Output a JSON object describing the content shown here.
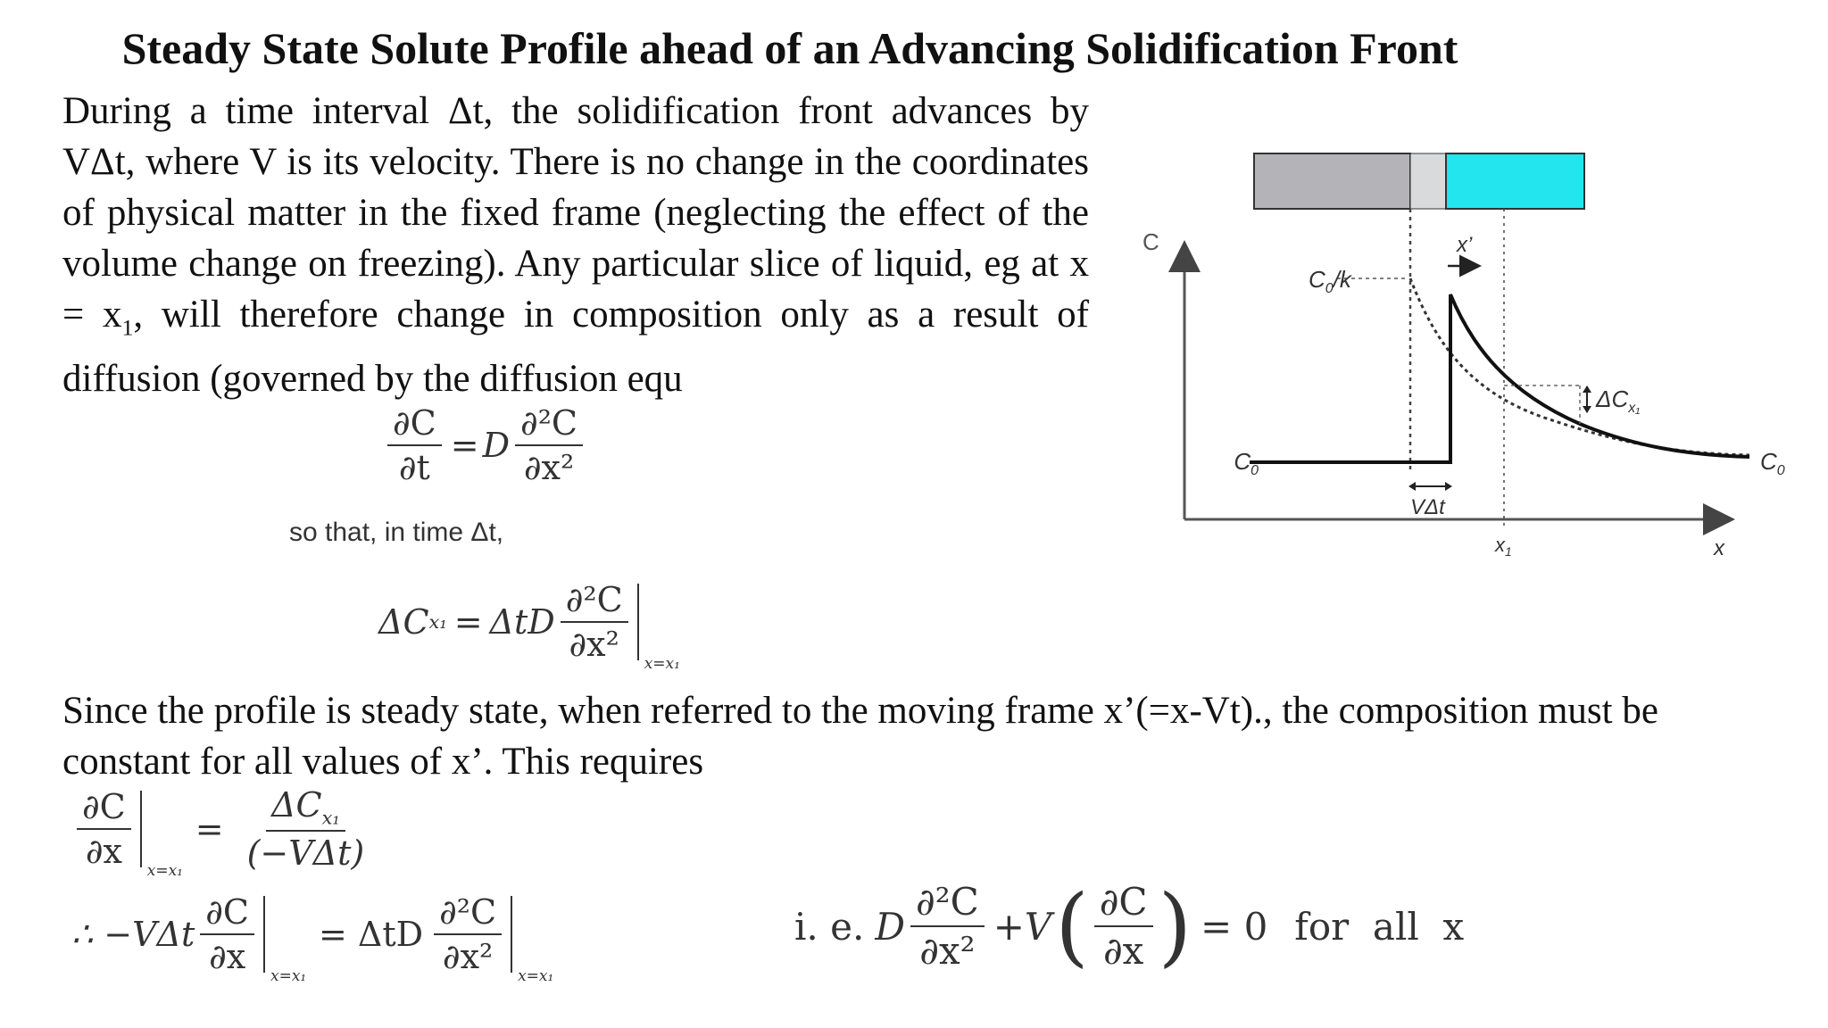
{
  "title": "Steady State Solute Profile ahead of an Advancing Solidification Front",
  "para1": {
    "text": "During a time interval Δt, the solidification front advances by VΔt, where V is its velocity.  There is no change in the coordinates of physical matter in the fixed frame (neglecting the effect of the volume change on freezing).  Any particular slice of liquid, eg at x = x",
    "x1_sub": "1",
    "text_end": ", will therefore change in composition only as a result of diffusion (governed by the diffusion equ"
  },
  "eq1": {
    "lhs_num": "∂C",
    "lhs_den": "∂t",
    "eq": "=",
    "D": "D",
    "rhs_num": "∂²C",
    "rhs_den": "∂x²"
  },
  "so_that": "so that, in time Δt,",
  "eq2": {
    "lhs": "ΔC",
    "lhs_sub": "x₁",
    "eq": "=",
    "coef": "ΔtD",
    "num": "∂²C",
    "den": "∂x²",
    "eval": "x=x₁"
  },
  "para2": "Since the profile is steady state, when referred to the moving frame x’(=x-Vt)., the composition must be constant for all values of x’. This requires",
  "eq3": {
    "num": "∂C",
    "den": "∂x",
    "eval": "x=x₁",
    "eq": "=",
    "rnum": "ΔC",
    "rnum_sub": "x₁",
    "rden": "(−VΔt)"
  },
  "eq4": {
    "prefix": "∴ −VΔt",
    "num": "∂C",
    "den": "∂x",
    "eval": "x=x₁",
    "eq": "= ΔtD",
    "rnum": "∂²C",
    "rden": "∂x²",
    "reval": "x=x₁"
  },
  "eq5": {
    "prefix": "i. e.",
    "D": "D",
    "num": "∂²C",
    "den": "∂x²",
    "plus": "+V",
    "pnum": "∂C",
    "pden": "∂x",
    "rhs": "= 0",
    "for_all": "for  all  x"
  },
  "diagram": {
    "axis_c": "C",
    "axis_x": "x",
    "c0_left": "C",
    "c0_right": "C",
    "c0_sub": "0",
    "c0k": "C",
    "c0k_rest": "/k",
    "xprime": "x’",
    "delta_c": "ΔC",
    "delta_c_sub": "x₁",
    "vdt": "VΔt",
    "x1": "x",
    "x1_sub": "1",
    "colors": {
      "solid": "#b4b4b8",
      "liquid": "#22e5ee",
      "line": "#111111"
    }
  }
}
